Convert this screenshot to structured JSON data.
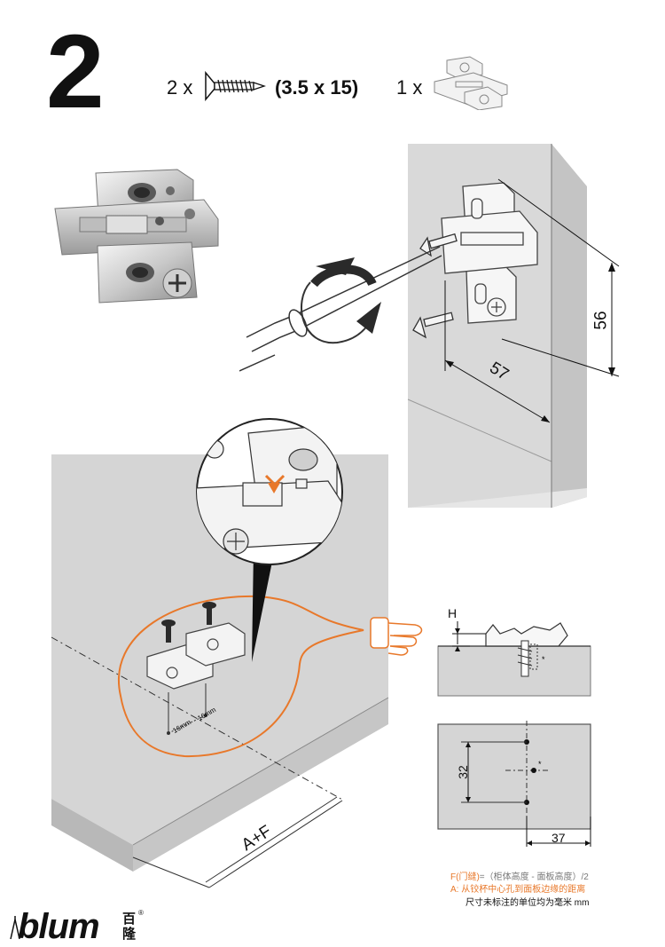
{
  "header": {
    "step_number": "2",
    "screw_qty": "2 x",
    "screw_size": "(3.5 x 15)",
    "plate_qty": "1 x"
  },
  "dimensions": {
    "height": "56",
    "width": "57",
    "a_plus_f": "A+F",
    "h_label": "H",
    "hole_spacing": "32",
    "offset": "37",
    "mm_left": "16mm",
    "mm_right": "16mm",
    "asterisk": "*"
  },
  "legend": {
    "f_label": "F(门缝)",
    "f_text": "=（柜体高度 - 面板高度）/2",
    "a_label": "A:",
    "a_text": "从铰杯中心孔到面板边缘的距离",
    "units_note": "尺寸未标注的单位均为毫米 mm"
  },
  "brand": {
    "name": "blum",
    "chinese": "百隆",
    "registered": "®"
  },
  "colors": {
    "accent": "#e8782a",
    "panel_grey": "#d6d6d6",
    "panel_dark": "#b9b9b9",
    "line": "#111111"
  }
}
